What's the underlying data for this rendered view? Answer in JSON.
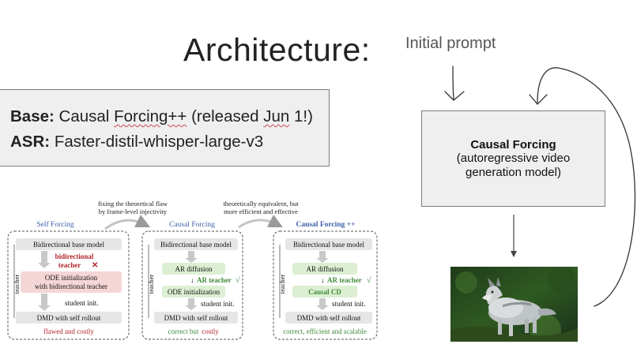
{
  "slide": {
    "title": "Architecture:",
    "initial_prompt": "Initial prompt"
  },
  "info_box": {
    "base_label": "Base:",
    "base_value_prefix": "Causal ",
    "base_value_squiggle1": "Forcing++",
    "base_value_mid": " (released ",
    "base_value_squiggle2": "Jun",
    "base_value_suffix": " 1!)",
    "asr_label": "ASR:",
    "asr_value": "Faster-distil-whisper-large-v3"
  },
  "model_box": {
    "title": "Causal Forcing",
    "subtitle_line1": "(autoregressive video",
    "subtitle_line2": "generation model)"
  },
  "diagram": {
    "note_left_line1": "fixing the theoretical flaw",
    "note_left_line2": "by frame-level injectivity",
    "note_right_line1": "theoretically equivalent, but",
    "note_right_line2": "more efficient and effective",
    "panels": [
      {
        "header": "Self Forcing",
        "side_label": "teacher",
        "base_model": "Bidirectional base model",
        "teacher_line1": "bidirectional",
        "teacher_line2": "teacher",
        "cross": "✕",
        "ode_line1": "ODE initialization",
        "ode_line2": "with bidirectional teacher",
        "student_init": "student init.",
        "dmd": "DMD with self rollout",
        "footer": "flawed and costly"
      },
      {
        "header": "Causal Forcing",
        "side_label": "teacher",
        "base_model": "Bidirectional base model",
        "ar_diffusion": "AR diffusion",
        "ar_teacher": "AR teacher",
        "check": "√",
        "ode": "ODE initialization",
        "student_init": "student init.",
        "dmd": "DMD with self rollout",
        "footer_a": "correct but",
        "footer_b": "costly"
      },
      {
        "header": "Causal Forcing ++",
        "side_label": "teacher",
        "base_model": "Bidirectional base model",
        "ar_diffusion": "AR diffusion",
        "ar_teacher": "AR teacher",
        "check": "√",
        "causal_cd": "Causal CD",
        "student_init": "student init.",
        "dmd": "DMD with self rollout",
        "footer": "correct, efficient and scalable"
      }
    ]
  },
  "colors": {
    "blue_header": "#3e5fa8",
    "red_text": "#b3262a",
    "green_text": "#3f8a3a",
    "pink_box": "#f5d6d6",
    "green_box": "#dcefd2",
    "gray_box": "#e6e6e6"
  }
}
